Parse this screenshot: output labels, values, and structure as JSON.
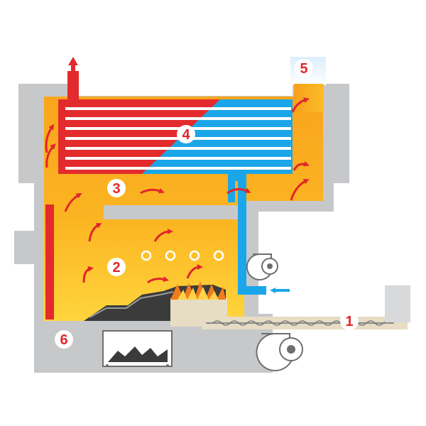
{
  "labels": [
    {
      "id": "1",
      "text": "1"
    },
    {
      "id": "2",
      "text": "2"
    },
    {
      "id": "3",
      "text": "3"
    },
    {
      "id": "4",
      "text": "4"
    },
    {
      "id": "5",
      "text": "5"
    },
    {
      "id": "6",
      "text": "6"
    }
  ],
  "colors": {
    "casing": "#c7c8ca",
    "fire_orange": "#f7a21b",
    "fire_yellow": "#ffd23a",
    "hot_water": "#e32a2c",
    "cold_water": "#1aa6e8",
    "fuel_bed": "#e7dcc4",
    "ash": "#3b3b3b",
    "label_bg": "#ffffff",
    "label_text": "#e0262b"
  },
  "icons": [
    "flame-icon",
    "fan-icon",
    "auger-screw-icon",
    "flow-arrow-icon"
  ]
}
